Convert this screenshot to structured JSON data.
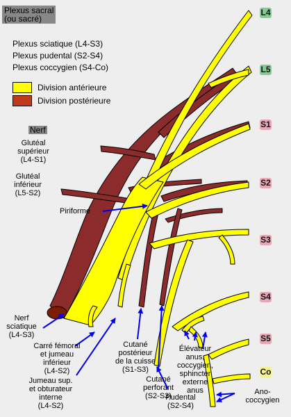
{
  "title": {
    "line1": "Plexus sacral",
    "line2": "(ou sacré)"
  },
  "plexuses": [
    "Plexus sciatique (L4-S3)",
    "Plexus pudental (S2-S4)",
    "Plexus coccygien (S4-Co)"
  ],
  "legend": [
    {
      "label": "Division antérieure",
      "color": "#ffff00"
    },
    {
      "label": "Division postérieure",
      "color": "#c0391b"
    }
  ],
  "nerf_header": "Nerf",
  "labels": {
    "gluteal_sup": [
      "Glutéal",
      "supérieur",
      "(L4-S1)"
    ],
    "gluteal_inf": [
      "Glutéal",
      "inférieur",
      "(L5-S2)"
    ],
    "piriforme": "Piriforme",
    "sciatique": [
      "Nerf",
      "sciatique",
      "(L4-S3)"
    ],
    "carre": [
      "Carré fémoral",
      "et jumeau",
      "inférieur",
      "(L4-S2)"
    ],
    "jumeau": [
      "Jumeau sup.",
      "et obturateur",
      "interne",
      "(L4-S2)"
    ],
    "cutane_post": [
      "Cutané",
      "postérieur",
      "de la cuisse",
      "(S1-S3)"
    ],
    "cutane_perf": [
      "Cutané",
      "perforant",
      "(S2-S3)"
    ],
    "pudental": [
      "Pudental",
      "(S2-S4)"
    ],
    "elevateur": [
      "Élévateur",
      "anus,",
      "coccygien,",
      "sphincter",
      "externe",
      "anus"
    ],
    "ano": [
      "Ano-",
      "coccygien"
    ]
  },
  "levels": [
    {
      "label": "L4",
      "type": "green"
    },
    {
      "label": "L5",
      "type": "green"
    },
    {
      "label": "S1",
      "type": "pink"
    },
    {
      "label": "S2",
      "type": "pink"
    },
    {
      "label": "S3",
      "type": "pink"
    },
    {
      "label": "S4",
      "type": "pink"
    },
    {
      "label": "S5",
      "type": "pink"
    },
    {
      "label": "Co",
      "type": "yellow"
    }
  ],
  "colors": {
    "anterior": "#ffff00",
    "posterior": "#8b2b2b",
    "arrow": "#0000ee",
    "background": "#eeeeee"
  }
}
